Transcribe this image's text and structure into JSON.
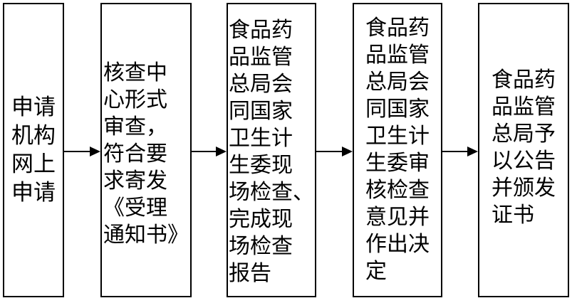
{
  "steps": [
    {
      "text": "申请\n机构\n网上\n申请"
    },
    {
      "text": "核查中\n心形式\n审查，\n符合要\n求寄发\n《受理\n通知书》"
    },
    {
      "text": "食品药\n品监管\n总局会\n同国家\n卫生计\n生委现\n场检查、\n完成现\n场检查\n报告"
    },
    {
      "text": "食品药\n品监管\n总局会\n同国家\n卫生计\n生委审\n核检查\n意见并\n作出决\n定"
    },
    {
      "text": "食品药\n品监管\n总局予\n以公告\n并颁发\n证书"
    }
  ],
  "colors": {
    "line": "#000000",
    "background": "#ffffff"
  }
}
